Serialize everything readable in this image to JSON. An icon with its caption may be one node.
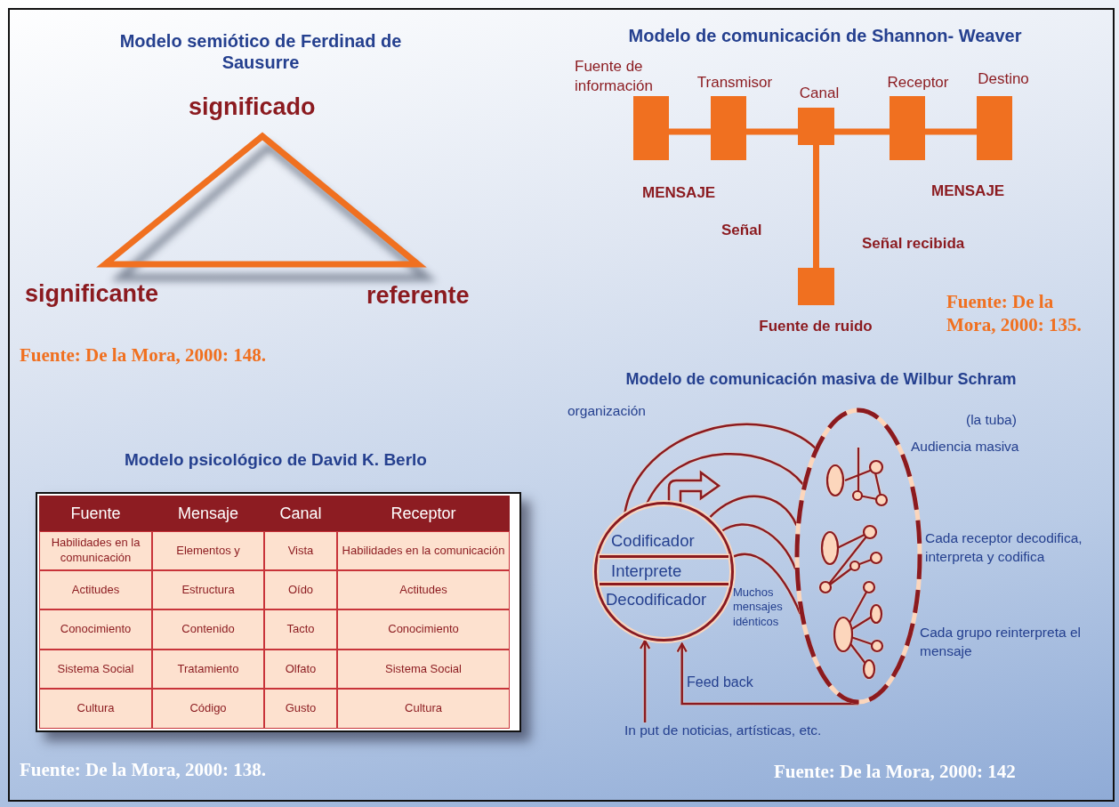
{
  "diagram": {
    "nodes": [
      {
        "text": [
          "Fuente de información"
        ]
      },
      {
        "text": [
          "Transmisor"
        ]
      },
      {
        "text": [
          "Canal"
        ]
      },
      {
        "text": [
          "Receptor"
        ]
      },
      {
        "text": [
          "Destino"
        ]
      },
      {
        "text": [
          "Fuente de ruido"
        ]
      },
      {
        "text": [
          "Codificador",
          "Interprete",
          "Decodificador"
        ]
      },
      {
        "text": [],
        "shape": "ellipse"
      },
      {
        "text": [
          "In put de noticias, artísticas, etc."
        ]
      }
    ],
    "edges": [
      {
        "from": 0,
        "to": 1,
        "arrow": "none",
        "style": "thick",
        "color": "#f07020"
      },
      {
        "from": 1,
        "to": 2,
        "arrow": "none",
        "style": "thick",
        "color": "#f07020"
      },
      {
        "from": 2,
        "to": 3,
        "arrow": "none",
        "style": "thick",
        "color": "#f07020"
      },
      {
        "from": 3,
        "to": 4,
        "arrow": "none",
        "style": "thick",
        "color": "#f07020"
      },
      {
        "from": 2,
        "to": 5,
        "arrow": "none",
        "style": "thick",
        "color": "#f07020"
      },
      {
        "from": 6,
        "to": 7,
        "arrow": "none"
      },
      {
        "from": 6,
        "to": 7,
        "arrow": "none"
      },
      {
        "from": 6,
        "to": 7,
        "arrow": "none"
      },
      {
        "from": 6,
        "to": 7,
        "arrow": "none"
      },
      {
        "from": 6,
        "to": 7,
        "arrow": "none"
      },
      {
        "from": 7,
        "to": 6,
        "arrow": "to",
        "label": "Feed back"
      },
      {
        "from": 8,
        "to": 6,
        "arrow": "to"
      }
    ],
    "labels": [
      "Modelo semiótico de Ferdinad de Sausurre",
      "significado",
      "significante",
      "referente",
      "Fuente: De la Mora, 2000: 148.",
      "Modelo de comunicación de Shannon- Weaver",
      "MENSAJE",
      "MENSAJE",
      "Señal",
      "Señal recibida",
      "Fuente: De la Mora, 2000: 135.",
      "Modelo psicológico de David K. Berlo",
      "Fuente",
      "Mensaje",
      "Canal",
      "Receptor",
      "Habilidades en la comunicación",
      "Elementos y",
      "Vista",
      "Habilidades en la comunicación",
      "Actitudes",
      "Estructura",
      "Oído",
      "Actitudes",
      "Conocimiento",
      "Contenido",
      "Tacto",
      "Conocimiento",
      "Sistema Social",
      "Tratamiento",
      "Olfato",
      "Sistema Social",
      "Cultura",
      "Código",
      "Gusto",
      "Cultura",
      "Fuente: De la Mora, 2000: 138.",
      "Modelo de comunicación masiva de Wilbur Schram",
      "organización",
      "(la tuba)",
      "Audiencia masiva",
      "Cada receptor decodifica, interpreta y codifica",
      "Muchos mensajes idénticos",
      "Cada grupo reinterpreta el mensaje",
      "Fuente: De la Mora, 2000: 142"
    ]
  }
}
